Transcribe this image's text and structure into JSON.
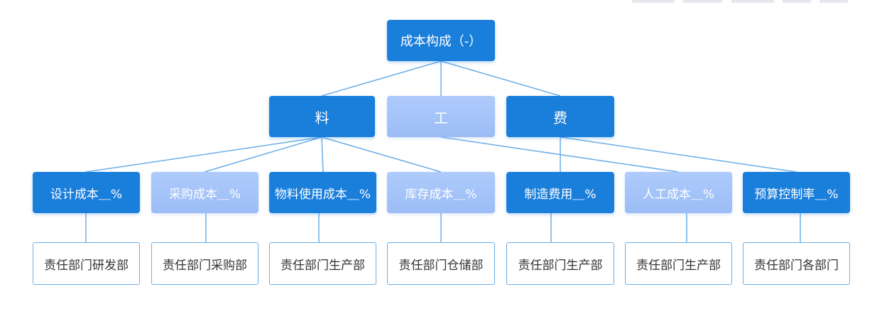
{
  "root": {
    "label": "成本构成（-）"
  },
  "categories": [
    {
      "label": "料"
    },
    {
      "label": "工"
    },
    {
      "label": "费"
    }
  ],
  "items": [
    {
      "label": "设计成本＿%",
      "dept": "责任部门研发部"
    },
    {
      "label": "采购成本＿%",
      "dept": "责任部门采购部"
    },
    {
      "label": "物料使用成本＿%",
      "dept": "责任部门生产部"
    },
    {
      "label": "库存成本＿%",
      "dept": "责任部门仓储部"
    },
    {
      "label": "制造费用＿%",
      "dept": "责任部门生产部"
    },
    {
      "label": "人工成本＿%",
      "dept": "责任部门生产部"
    },
    {
      "label": "预算控制率＿%",
      "dept": "责任部门各部门"
    }
  ],
  "colors": {
    "dark_node": "#1a7edb",
    "light_node": "#9bbcf6",
    "connector": "#6aaee8",
    "leaf_border": "#6aaee8",
    "leaf_text": "#333333"
  }
}
